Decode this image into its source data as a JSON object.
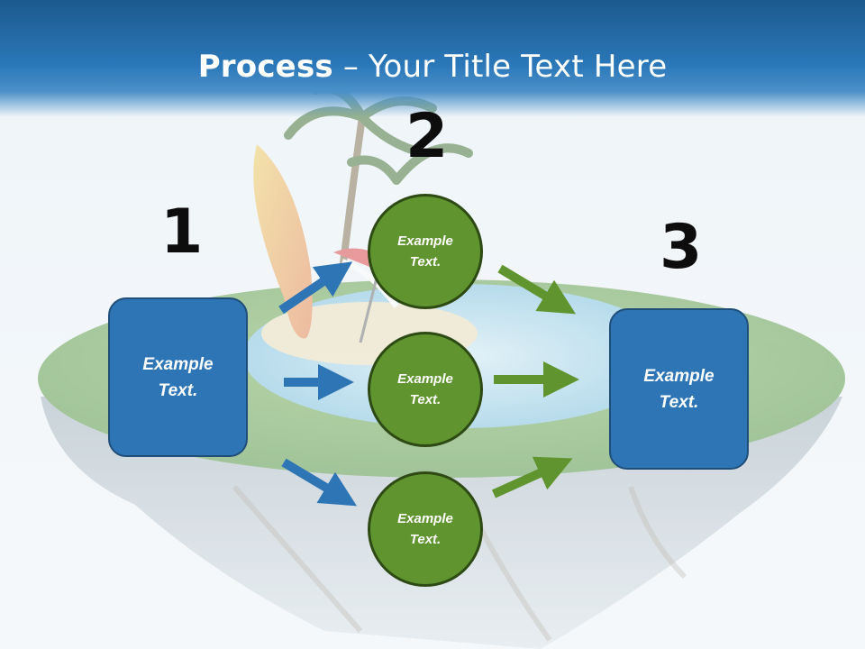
{
  "slide": {
    "title_bold": "Process",
    "title_rest": " – Your Title Text Here"
  },
  "steps": {
    "step1": {
      "number": "1",
      "box_label": "Example\nText."
    },
    "step2": {
      "number": "2",
      "circles": [
        "Example\nText.",
        "Example\nText.",
        "Example\nText."
      ]
    },
    "step3": {
      "number": "3",
      "box_label": "Example\nText."
    }
  },
  "colors": {
    "title_bar": "#2a77b8",
    "box_fill": "#2e75b6",
    "box_border": "#1f4e79",
    "circle_fill": "#5f942e",
    "circle_border": "#2e4a14",
    "arrow_blue": "#2e75b6",
    "arrow_green": "#5f942e"
  },
  "background": {
    "illustration": "floating-island-beach-image"
  }
}
